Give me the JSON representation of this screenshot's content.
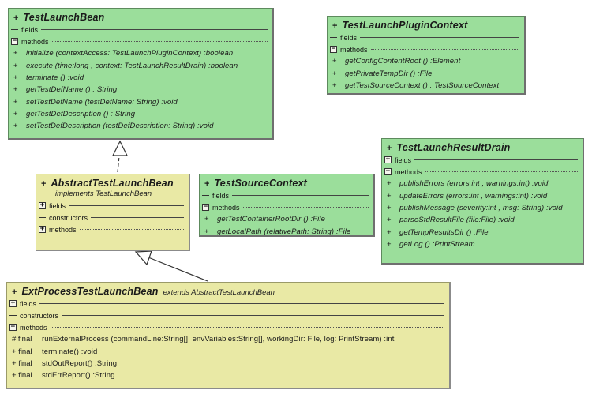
{
  "colors": {
    "class_green_fill": "#9bde9b",
    "class_yellow_fill": "#e9e9a5",
    "background": "#ffffff",
    "text": "#1a1a1a"
  },
  "relationships": [
    {
      "from": "AbstractTestLaunchBean",
      "to": "TestLaunchBean",
      "type": "implements",
      "line": "dashed"
    },
    {
      "from": "ExtProcessTestLaunchBean",
      "to": "AbstractTestLaunchBean",
      "type": "extends",
      "line": "solid"
    }
  ],
  "classes": [
    {
      "visibility": "+",
      "name": "TestLaunchBean",
      "title_suffix": "",
      "subtitle": "",
      "color": "green",
      "sections": [
        {
          "label": "fields",
          "icon": "dash",
          "line": "solid"
        },
        {
          "label": "methods",
          "icon": "minus-box",
          "line": "dotted"
        }
      ],
      "members": [
        {
          "prefix": "+",
          "text": "initialize (contextAccess: TestLaunchPluginContext) :boolean"
        },
        {
          "prefix": "+",
          "text": "execute (time:long , context: TestLaunchResultDrain) :boolean"
        },
        {
          "prefix": "+",
          "text": "terminate () :void"
        },
        {
          "prefix": "+",
          "text": "getTestDefName () : String"
        },
        {
          "prefix": "+",
          "text": "setTestDefName (testDefName: String) :void"
        },
        {
          "prefix": "+",
          "text": "getTestDefDescription () : String"
        },
        {
          "prefix": "+",
          "text": "setTestDefDescription (testDefDescription: String) :void"
        }
      ]
    },
    {
      "visibility": "+",
      "name": "TestLaunchPluginContext",
      "title_suffix": "",
      "subtitle": "",
      "color": "green",
      "sections": [
        {
          "label": "fields",
          "icon": "dash",
          "line": "solid"
        },
        {
          "label": "methods",
          "icon": "minus-box",
          "line": "dotted"
        }
      ],
      "members": [
        {
          "prefix": "+",
          "text": "getConfigContentRoot () :Element"
        },
        {
          "prefix": "+",
          "text": "getPrivateTempDir () :File"
        },
        {
          "prefix": "+",
          "text": "getTestSourceContext () : TestSourceContext"
        }
      ]
    },
    {
      "visibility": "+",
      "name": "TestLaunchResultDrain",
      "title_suffix": "",
      "subtitle": "",
      "color": "green",
      "sections": [
        {
          "label": "fields",
          "icon": "plus-box",
          "line": "solid"
        },
        {
          "label": "methods",
          "icon": "minus-box",
          "line": "dotted"
        }
      ],
      "members": [
        {
          "prefix": "+",
          "text": "publishErrors (errors:int , warnings:int) :void"
        },
        {
          "prefix": "+",
          "text": "updateErrors (errors:int , warnings:int) :void"
        },
        {
          "prefix": "+",
          "text": "publishMessage (severity:int , msg: String) :void"
        },
        {
          "prefix": "+",
          "text": "parseStdResultFile (file:File) :void"
        },
        {
          "prefix": "+",
          "text": "getTempResultsDir () :File"
        },
        {
          "prefix": "+",
          "text": "getLog () :PrintStream"
        }
      ]
    },
    {
      "visibility": "+",
      "name": "AbstractTestLaunchBean",
      "title_suffix": "",
      "subtitle": "implements  TestLaunchBean",
      "color": "yellow",
      "sections": [
        {
          "label": "fields",
          "icon": "plus-box",
          "line": "solid"
        },
        {
          "label": "constructors",
          "icon": "dash",
          "line": "solid"
        },
        {
          "label": "methods",
          "icon": "plus-box",
          "line": "dotted"
        }
      ],
      "members": []
    },
    {
      "visibility": "+",
      "name": "TestSourceContext",
      "title_suffix": "",
      "subtitle": "",
      "color": "green",
      "sections": [
        {
          "label": "fields",
          "icon": "dash",
          "line": "solid"
        },
        {
          "label": "methods",
          "icon": "minus-box",
          "line": "dotted"
        }
      ],
      "members": [
        {
          "prefix": "+",
          "text": "getTestContainerRootDir () :File"
        },
        {
          "prefix": "+",
          "text": "getLocalPath (relativePath: String) :File"
        }
      ]
    },
    {
      "visibility": "+",
      "name": "ExtProcessTestLaunchBean",
      "title_suffix": "extends  AbstractTestLaunchBean",
      "subtitle": "",
      "color": "yellow",
      "sections": [
        {
          "label": "fields",
          "icon": "plus-box",
          "line": "solid"
        },
        {
          "label": "constructors",
          "icon": "dash",
          "line": "solid"
        },
        {
          "label": "methods",
          "icon": "minus-box",
          "line": "dotted"
        }
      ],
      "members": [
        {
          "prefix": "# final",
          "text": "runExternalProcess (commandLine:String[],  envVariables:String[],  workingDir: File,  log: PrintStream) :int"
        },
        {
          "prefix": "+ final",
          "text": "terminate() :void"
        },
        {
          "prefix": "+ final",
          "text": "stdOutReport() :String"
        },
        {
          "prefix": "+ final",
          "text": "stdErrReport() :String"
        }
      ]
    }
  ]
}
